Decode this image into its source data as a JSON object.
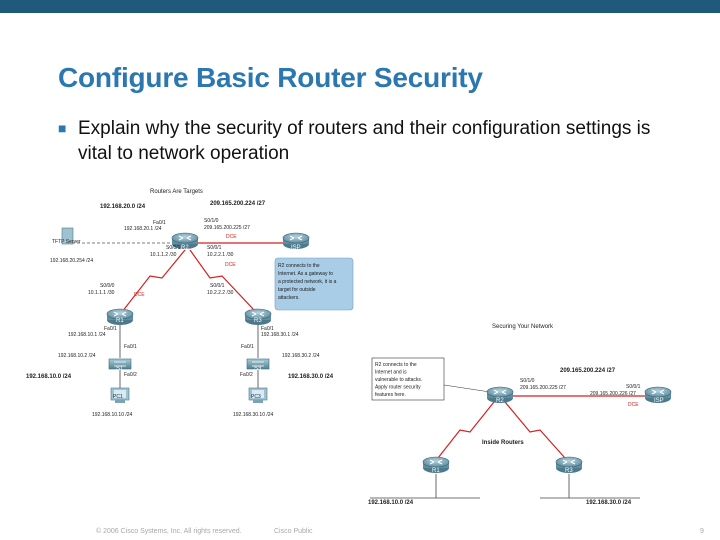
{
  "slide": {
    "title": "Configure Basic Router Security",
    "bullet": "Explain why the security of routers and their configuration settings is vital to network operation",
    "page_number": "9"
  },
  "footer": {
    "copyright": "© 2006 Cisco Systems, Inc. All rights reserved.",
    "classification": "Cisco Public"
  },
  "left_diagram": {
    "caption": "Routers Are Targets",
    "net_r2_lan": "192.168.20.0 /24",
    "net_isp": "209.165.200.224 /27",
    "tftp_label": "TFTP Server",
    "tftp_ip": "192.168.20.254 /24",
    "r2_fa0_1": "Fa0/1",
    "r2_fa0_1_ip": "192.168.20.1 /24",
    "r2_s0_0_1": "S0/0/1",
    "r2_s0_0_1_ip": "10.1.1.2 /30",
    "r2_s0_1_0": "S0/1/0",
    "r2_s0_1_0_ip": "209.165.200.225 /27",
    "r2_s0_0_1b": "S0/0/1",
    "r2_s0_0_1b_ip": "10.2.2.1 /30",
    "dce1": "DCE",
    "dce2": "DCE",
    "dce3": "DCE",
    "r1_s0_0_0": "S0/0/0",
    "r1_s0_0_0_ip": "10.1.1.1 /30",
    "r3_s0_0_1": "S0/0/1",
    "r3_s0_0_1_ip": "10.2.2.2 /30",
    "r1_fa0_1": "Fa0/1",
    "r1_fa0_1_ip": "192.168.10.1 /24",
    "r3_fa0_1": "Fa0/1",
    "r3_fa0_1_ip": "192.168.30.1 /24",
    "s1_fa0_1": "Fa0/1",
    "s3_fa0_1": "Fa0/1",
    "s1_ip": "192.168.10.2 /24",
    "s3_ip": "192.168.30.2 /24",
    "s1_fa0_2": "Fa0/2",
    "s3_fa0_2": "Fa0/2",
    "net_r1_lan": "192.168.10.0 /24",
    "net_r3_lan": "192.168.30.0 /24",
    "pc1_ip": "192.168.10.10 /24",
    "pc3_ip": "192.168.30.10 /24",
    "router_r1": "R1",
    "router_r2": "R2",
    "router_r3": "R3",
    "router_isp": "ISP",
    "switch_s1": "S1",
    "switch_s3": "S3",
    "pc1": "PC1",
    "pc3": "PC3",
    "callout_lines": [
      "R2 connects to the",
      "Internet. As a gateway to",
      "a protected network, it is a",
      "target for outside",
      "attackers."
    ]
  },
  "right_diagram": {
    "caption": "Securing Your Network",
    "callout_lines": [
      "R2 connects to the",
      "Internet and is",
      "vulnerable to attacks.",
      "Apply router security",
      "features here."
    ],
    "net_isp": "209.165.200.224 /27",
    "r2_s0_1_0": "S0/1/0",
    "r2_s0_1_0_ip": "209.165.200.225 /27",
    "isp_s0_0_1": "S0/0/1",
    "isp_s0_0_1_ip": "209.165.200.226 /27",
    "dce": "DCE",
    "inside_label": "Inside Routers",
    "router_r1": "R1",
    "router_r2": "R2",
    "router_r3": "R3",
    "router_isp": "ISP",
    "net_r1_lan": "192.168.10.0 /24",
    "net_r3_lan": "192.168.30.0 /24"
  }
}
